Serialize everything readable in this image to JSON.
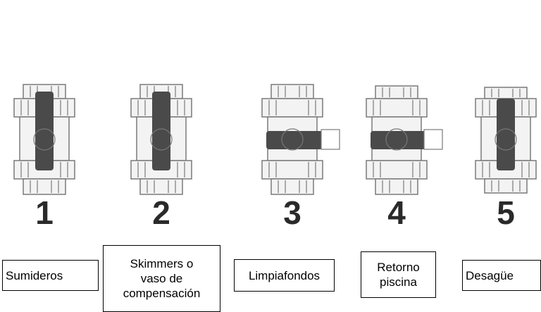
{
  "valves": [
    {
      "number": "1",
      "label": "Sumideros",
      "handle": "vertical"
    },
    {
      "number": "2",
      "label": "Skimmers o\nvaso de\ncompensación",
      "handle": "vertical"
    },
    {
      "number": "3",
      "label": "Limpiafondos",
      "handle": "horizontal"
    },
    {
      "number": "4",
      "label": "Retorno\npiscina",
      "handle": "horizontal"
    },
    {
      "number": "5",
      "label": "Desagüe",
      "handle": "vertical"
    }
  ],
  "colors": {
    "handle": "#4a4a4a",
    "body": "#f3f3f3",
    "outline": "#7a7a7a",
    "number": "#2a2a2a"
  }
}
